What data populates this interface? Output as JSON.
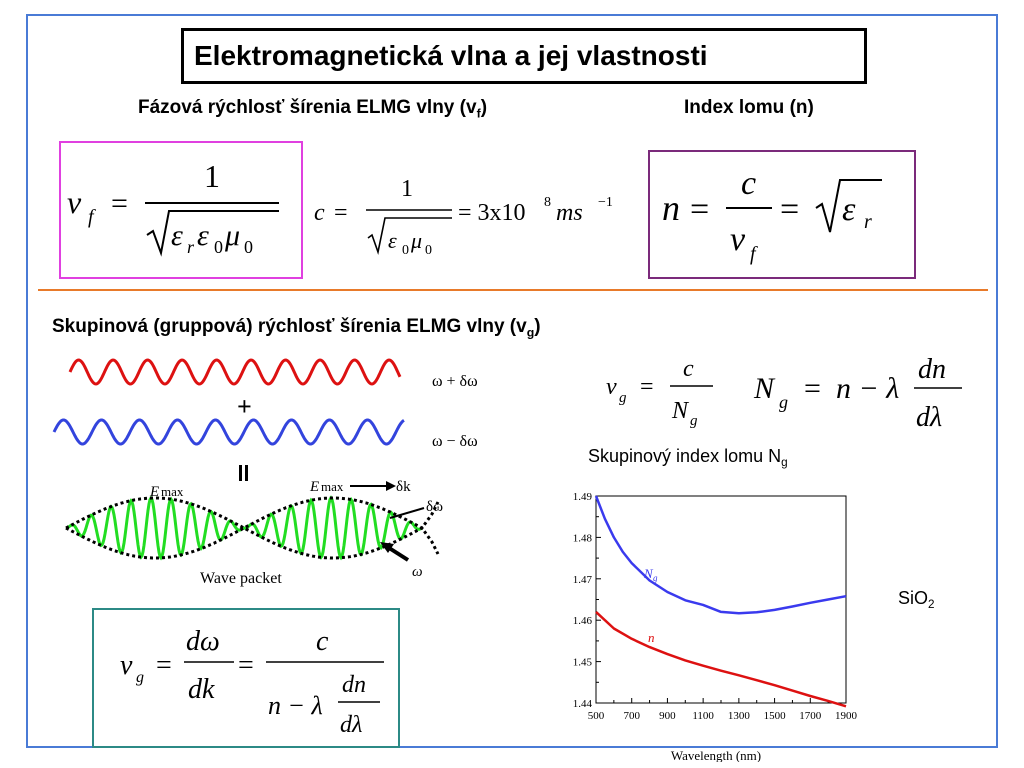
{
  "title": "Elektromagnetická vlna a jej vlastnosti",
  "phase_velocity_heading": "Fázová rýchlosť šírenia ELMG vlny (v",
  "phase_velocity_sub": "f",
  "phase_velocity_close": ")",
  "refractive_index_heading": "Index lomu (n)",
  "group_velocity_heading": "Skupinová (gruppová) rýchlosť šírenia ELMG vlny (v",
  "group_velocity_sub": "g",
  "group_velocity_close": ")",
  "group_index_label": "Skupinový index lomu N",
  "group_index_sub": "g",
  "material_label": "SiO",
  "material_sub": "2",
  "plus_sign": "+",
  "equals_sign": "=",
  "wave_labels": {
    "upper": "ω + δω",
    "lower": "ω − δω",
    "emax_left": "E",
    "emax_right": "E",
    "emax_sub": "max",
    "dk": "δk",
    "domega": "δω",
    "omega": "ω",
    "packet": "Wave packet"
  },
  "equations": {
    "vf": {
      "lhs": "v",
      "lhs_sub": "f",
      "num": "1",
      "den_terms": [
        "ε",
        "r",
        "ε",
        "0",
        "μ",
        "0"
      ]
    },
    "c": {
      "lhs": "c",
      "num": "1",
      "den_terms": [
        "ε",
        "0",
        "μ",
        "0"
      ],
      "value": "= 3x10",
      "exp": "8",
      "unit": "ms",
      "unit_exp": "−1"
    },
    "n": {
      "lhs": "n",
      "num": "c",
      "den": "v",
      "den_sub": "f",
      "root": "ε",
      "root_sub": "r"
    },
    "vg1": {
      "lhs": "v",
      "lhs_sub": "g",
      "num": "c",
      "den": "N",
      "den_sub": "g"
    },
    "Ng": {
      "lhs": "N",
      "lhs_sub": "g",
      "rhs": "n − λ",
      "num": "dn",
      "den": "dλ"
    },
    "vg2": {
      "lhs": "v",
      "lhs_sub": "g",
      "num1": "dω",
      "den1": "dk",
      "num2": "c",
      "den2_pre": "n − λ",
      "den2_num": "dn",
      "den2_den": "dλ"
    }
  },
  "colors": {
    "frame": "#4a7bd6",
    "wave_upper": "#dd1111",
    "wave_lower": "#3344dd",
    "packet_fill": "#22dd22",
    "divider": "#e87a2a",
    "series_Ng": "#3a3aee",
    "series_n": "#dd1111"
  },
  "chart_data": {
    "type": "line",
    "xlabel": "Wavelength (nm)",
    "ylabel": "",
    "xlim": [
      500,
      1900
    ],
    "ylim": [
      1.44,
      1.49
    ],
    "x_ticks": [
      "500",
      "700",
      "900",
      "1100",
      "1300",
      "1500",
      "1700",
      "1900"
    ],
    "y_ticks": [
      "1.44",
      "1.45",
      "1.46",
      "1.47",
      "1.48",
      "1.49"
    ],
    "series": [
      {
        "name": "N",
        "name_sub": "g",
        "color": "#3a3aee",
        "x": [
          500,
          550,
          600,
          650,
          700,
          800,
          900,
          1000,
          1100,
          1200,
          1300,
          1400,
          1500,
          1600,
          1700,
          1800,
          1900
        ],
        "y": [
          1.49,
          1.4845,
          1.48,
          1.4765,
          1.4738,
          1.4696,
          1.4668,
          1.4648,
          1.4637,
          1.462,
          1.4617,
          1.4619,
          1.4625,
          1.4633,
          1.4642,
          1.465,
          1.4658
        ]
      },
      {
        "name": "n",
        "color": "#dd1111",
        "x": [
          500,
          600,
          700,
          800,
          900,
          1000,
          1100,
          1200,
          1300,
          1400,
          1500,
          1600,
          1700,
          1800,
          1900
        ],
        "y": [
          1.462,
          1.458,
          1.4555,
          1.4535,
          1.4518,
          1.4503,
          1.449,
          1.4478,
          1.4467,
          1.4455,
          1.4443,
          1.443,
          1.4417,
          1.4405,
          1.4392
        ]
      }
    ]
  }
}
